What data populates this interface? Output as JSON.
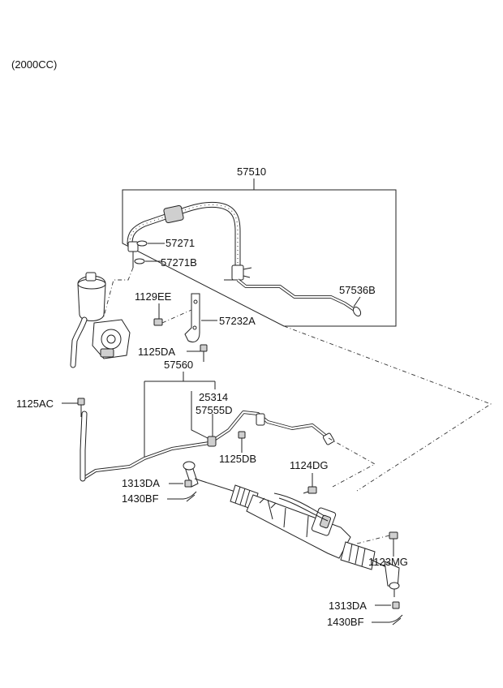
{
  "engine_spec": "(2000CC)",
  "labels": {
    "p57510": "57510",
    "p57271": "57271",
    "p57271B": "57271B",
    "p57536B": "57536B",
    "p1129EE": "1129EE",
    "p57232A": "57232A",
    "p1125DA": "1125DA",
    "p57560": "57560",
    "p25314": "25314",
    "p57555D": "57555D",
    "p1125AC": "1125AC",
    "p1125DB": "1125DB",
    "p1124DG": "1124DG",
    "p1313DA_left": "1313DA",
    "p1430BF_left": "1430BF",
    "p1123MG": "1123MG",
    "p1313DA_right": "1313DA",
    "p1430BF_right": "1430BF"
  }
}
